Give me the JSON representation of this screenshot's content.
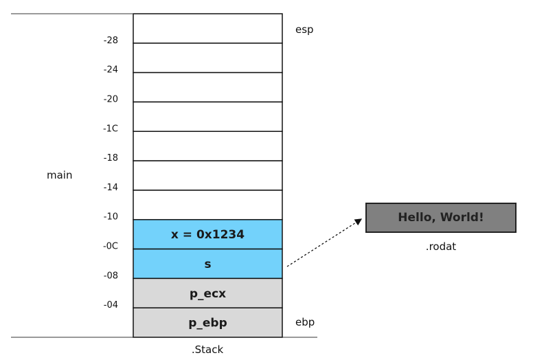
{
  "stack": {
    "section_label": "main",
    "caption": ".Stack",
    "esp_label": "esp",
    "ebp_label": "ebp",
    "offsets": [
      "-28",
      "-24",
      "-20",
      "-1C",
      "-18",
      "-14",
      "-10",
      "-0C",
      "-08",
      "-04"
    ],
    "cells": [
      {
        "text": "",
        "color": "#ffffff"
      },
      {
        "text": "",
        "color": "#ffffff"
      },
      {
        "text": "",
        "color": "#ffffff"
      },
      {
        "text": "",
        "color": "#ffffff"
      },
      {
        "text": "",
        "color": "#ffffff"
      },
      {
        "text": "",
        "color": "#ffffff"
      },
      {
        "text": "",
        "color": "#ffffff"
      },
      {
        "text": "x = 0x1234",
        "color": "#73d2fb"
      },
      {
        "text": "s",
        "color": "#73d2fb"
      },
      {
        "text": "p_ecx",
        "color": "#d9d9d9"
      },
      {
        "text": "p_ebp",
        "color": "#d9d9d9"
      }
    ]
  },
  "rodata": {
    "text": "Hello, World!",
    "caption": ".rodat",
    "color": "#808080"
  }
}
